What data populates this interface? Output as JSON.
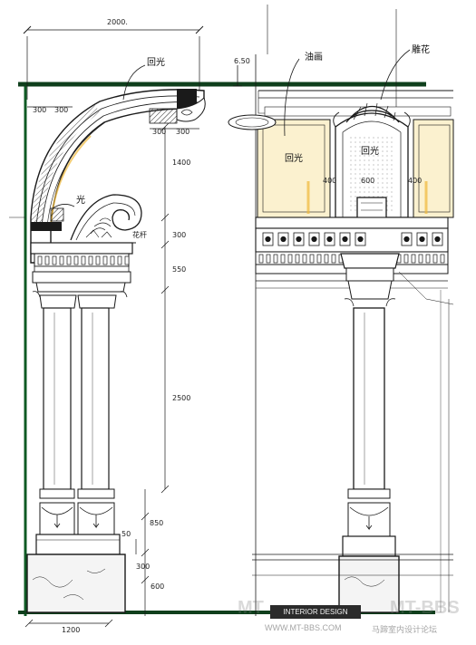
{
  "drawing": {
    "dimensions": {
      "top_width": "2000.",
      "ceiling_gap": "6.50",
      "arch_left_a": "300",
      "arch_left_b": "300",
      "keystone_a": "300",
      "keystone_b": "300",
      "arch_height": "1400",
      "capital": "300",
      "entablature": "550",
      "shaft": "2500",
      "base_upper": "850",
      "base_small": "50",
      "plinth_a": "300",
      "plinth": "600",
      "bottom_width": "1200",
      "panel_left": "400",
      "panel_center": "600",
      "panel_right": "400"
    },
    "notes": {
      "arch_label": "回光",
      "ceiling_label": "油画",
      "carving_label": "雕花",
      "light_left": "回光",
      "light_center": "回光",
      "scroll_label": "光",
      "base_label": "花杆"
    },
    "colors": {
      "ink": "#1a1a1a",
      "beam": "#0f5a24",
      "panel_fill": "#fbf1cf",
      "accent": "#f0b93a",
      "marble": "#f4f4f4"
    }
  },
  "watermark": {
    "brand_left": "MT",
    "brand_right": "MT-BBS",
    "bar_text": "INTERIOR DESIGN",
    "url": "WWW.MT-BBS.COM",
    "forum": "马蹄室内设计论坛"
  }
}
